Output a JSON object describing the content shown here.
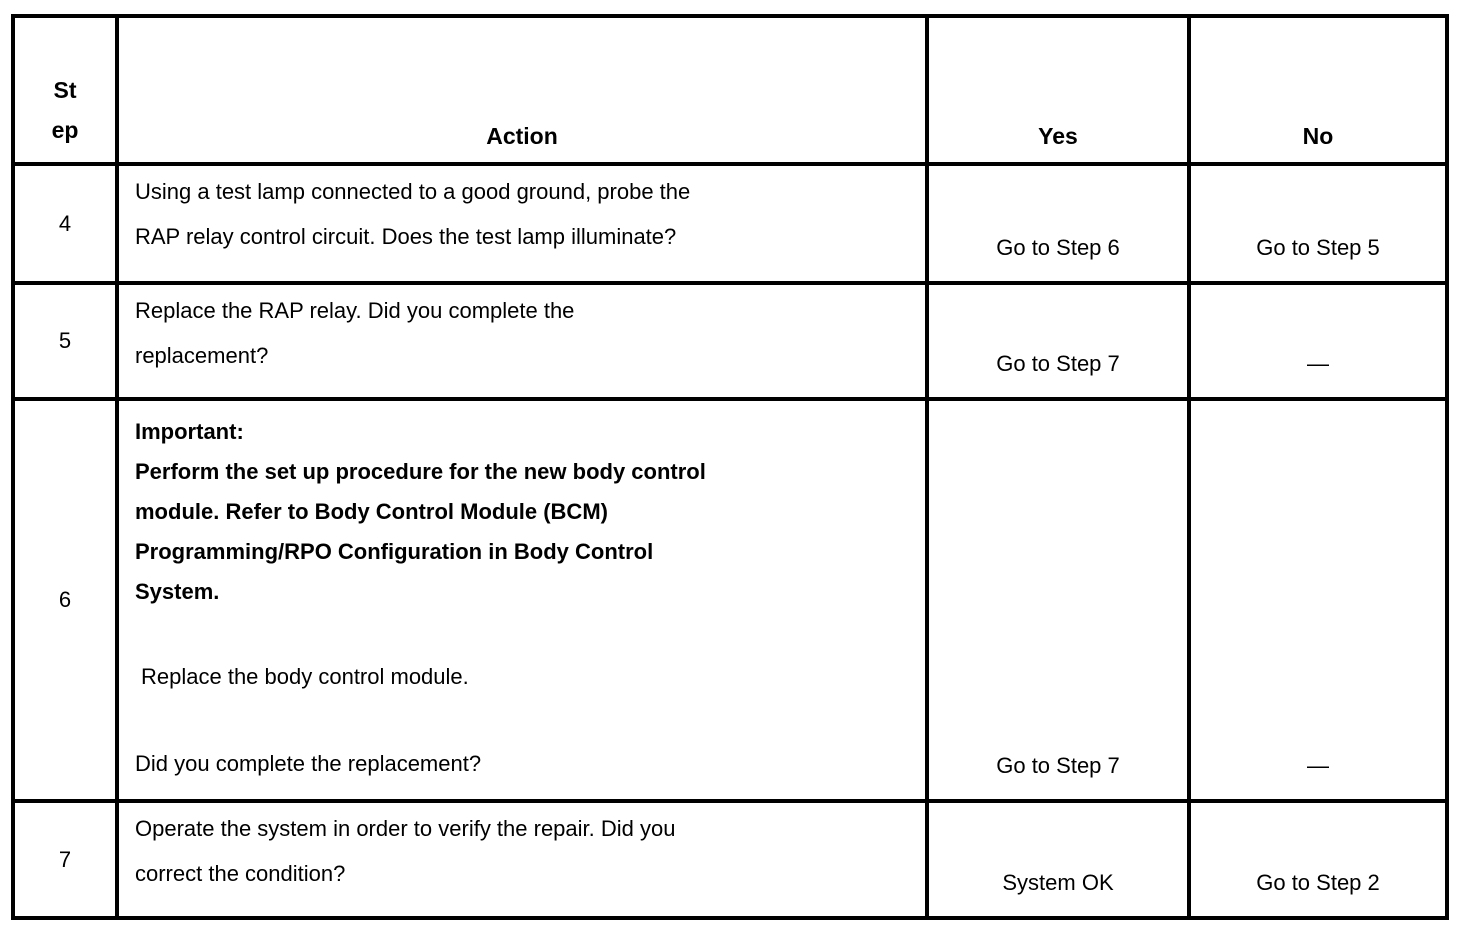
{
  "document": {
    "background": "#ffffff",
    "border_color": "#000000",
    "text_color": "#000000"
  },
  "table": {
    "header": {
      "step_line1": "St",
      "step_line2": "ep",
      "action": "Action",
      "yes": "Yes",
      "no": "No"
    },
    "rows": [
      {
        "step": "4",
        "action_lines": [
          "Using a test lamp connected to a good ground, probe the",
          "RAP relay control circuit. Does the test lamp illuminate?"
        ],
        "yes": "Go to Step 6",
        "no": "Go to Step 5"
      },
      {
        "step": "5",
        "action_lines": [
          "Replace the RAP relay. Did you complete the",
          "replacement?"
        ],
        "yes": "Go to Step 7",
        "no": "—"
      },
      {
        "step": "6",
        "important_lines": [
          "Important:",
          "Perform the set up procedure for the new body control",
          "module. Refer to Body Control Module (BCM)",
          "Programming/RPO Configuration in Body Control",
          "System."
        ],
        "replace_lines": [
          "Replace the body control module."
        ],
        "question_lines": [
          "Did you complete the replacement?"
        ],
        "yes": "Go to Step 7",
        "no": "—"
      },
      {
        "step": "7",
        "action_lines": [
          "Operate the system in order to verify the repair. Did you",
          "correct the condition?"
        ],
        "yes": "System OK",
        "no": "Go to Step 2"
      }
    ]
  }
}
